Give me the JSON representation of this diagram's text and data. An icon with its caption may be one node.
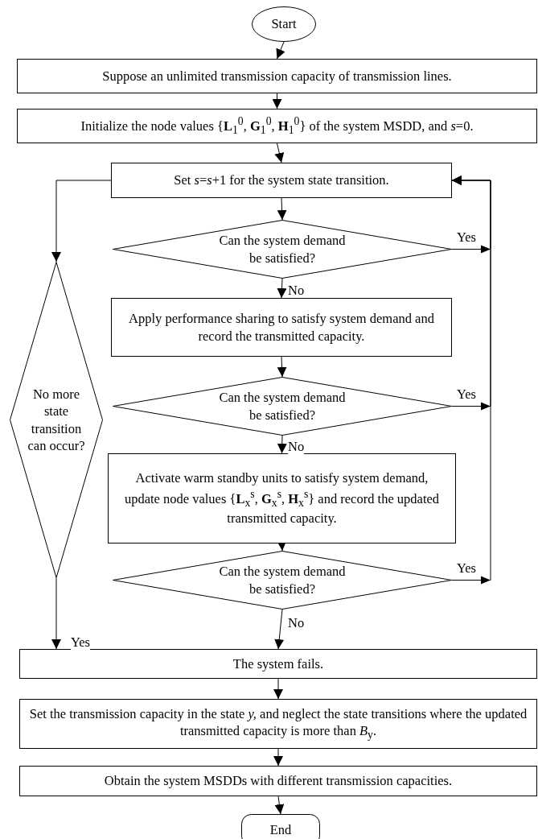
{
  "diagram": {
    "nodes": [
      {
        "text": [
          "Start"
        ]
      },
      {
        "text": [
          "Suppose an unlimited transmission capacity of transmission lines."
        ]
      },
      {
        "text": [
          "Initialize the node values {**L**$_{1}$$^{0}$, **G**$_{1}$$^{0}$, **H**$_{1}$$^{0}$} of the system MSDD, and *s*=0."
        ]
      },
      {
        "text": [
          "Set *s*=*s*+1 for the system state transition."
        ]
      },
      {
        "text": [
          "Can the system demand be satisfied?"
        ]
      },
      {
        "text": [
          "Apply performance sharing to satisfy system demand and record the transmitted capacity."
        ]
      },
      {
        "text": [
          "Can the system demand be satisfied?"
        ]
      },
      {
        "text": [
          "Activate warm standby units to satisfy system demand, update node values {**L**$_{x}$$^{s}$, **G**$_{x}$$^{s}$, **H**$_{x}$$^{s}$} and record the updated transmitted capacity."
        ]
      },
      {
        "text": [
          "Can the system demand be satisfied?"
        ]
      },
      {
        "text": [
          "No more state transition can occur?"
        ]
      },
      {
        "text": [
          "The system fails."
        ]
      },
      {
        "text": [
          "Set the transmission capacity in the state *y,* and neglect the state transitions where the updated transmitted capacity is more than *B*$_{y}$."
        ]
      },
      {
        "text": [
          "Obtain the system MSDDs with different transmission capacities."
        ]
      },
      {
        "text": [
          "End"
        ]
      }
    ],
    "edges": [
      {
        "from": 0,
        "to": 1,
        "arrow": "to"
      },
      {
        "from": 1,
        "to": 2,
        "arrow": "to"
      },
      {
        "from": 2,
        "to": 3,
        "arrow": "to"
      },
      {
        "from": 3,
        "to": 4,
        "arrow": "to"
      },
      {
        "from": 4,
        "to": 5,
        "arrow": "to",
        "label": "No"
      },
      {
        "from": 5,
        "to": 6,
        "arrow": "to"
      },
      {
        "from": 6,
        "to": 7,
        "arrow": "to",
        "label": "No"
      },
      {
        "from": 7,
        "to": 8,
        "arrow": "to"
      },
      {
        "from": 8,
        "to": 10,
        "arrow": "to",
        "label": "No"
      },
      {
        "from": 4,
        "to": 3,
        "arrow": "to",
        "label": "Yes"
      },
      {
        "from": 6,
        "to": 3,
        "arrow": "to",
        "label": "Yes"
      },
      {
        "from": 8,
        "to": 3,
        "arrow": "to",
        "label": "Yes"
      },
      {
        "from": 3,
        "to": 9,
        "arrow": "to"
      },
      {
        "from": 9,
        "to": 10,
        "arrow": "to",
        "label": "Yes"
      },
      {
        "from": 10,
        "to": 11,
        "arrow": "to"
      },
      {
        "from": 11,
        "to": 12,
        "arrow": "to"
      },
      {
        "from": 12,
        "to": 13,
        "arrow": "to"
      }
    ]
  }
}
